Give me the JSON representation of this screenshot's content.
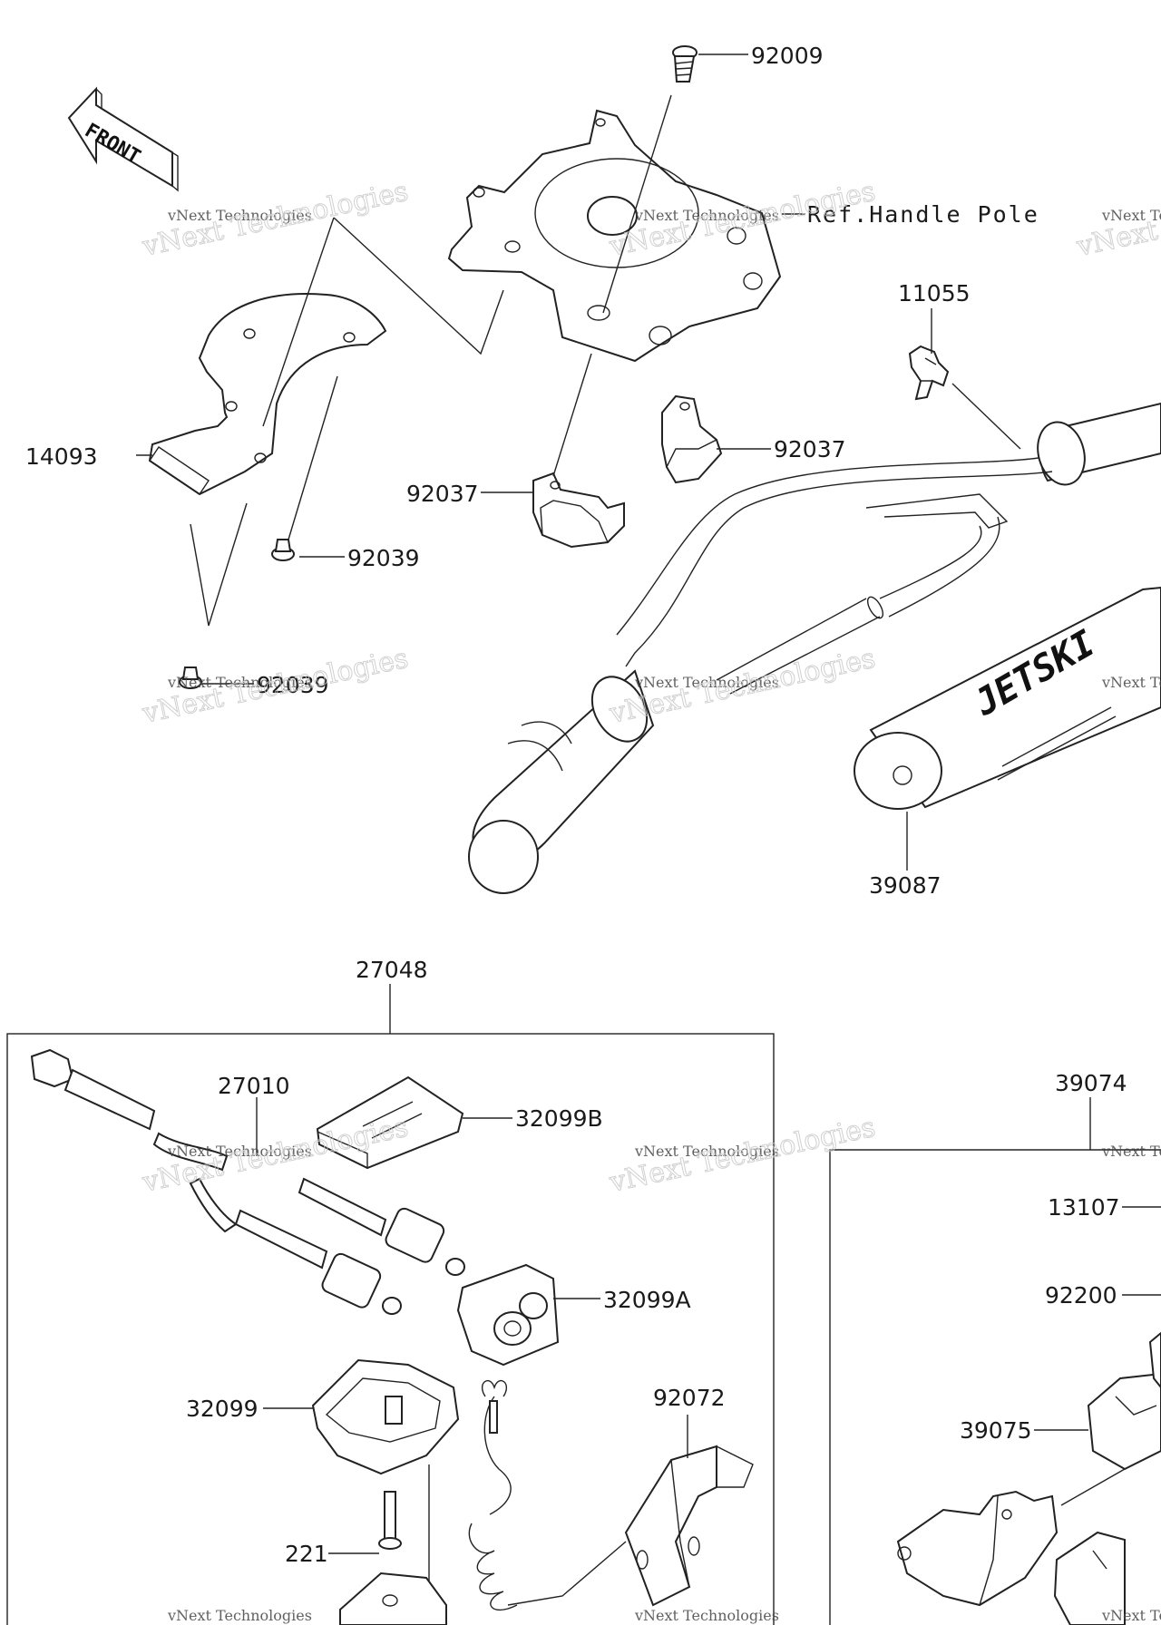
{
  "front_label": "FRONT",
  "callouts": {
    "c92009": "92009",
    "ref_handle_pole": "Ref.Handle Pole",
    "c11055": "11055",
    "c14093": "14093",
    "c92037_left": "92037",
    "c92037_right": "92037",
    "c92039_a": "92039",
    "c92039_b": "92039",
    "c39087": "39087",
    "c27048": "27048",
    "c27010": "27010",
    "c32099B": "32099B",
    "c32099A": "32099A",
    "c32099": "32099",
    "c92072": "92072",
    "c221": "221",
    "c39074": "39074",
    "c13107": "13107",
    "c92200": "92200",
    "c39075": "39075"
  },
  "grip_logo": "JETSKI",
  "watermark": {
    "small": "vNext Technologies",
    "big": "vNext Technologies"
  }
}
